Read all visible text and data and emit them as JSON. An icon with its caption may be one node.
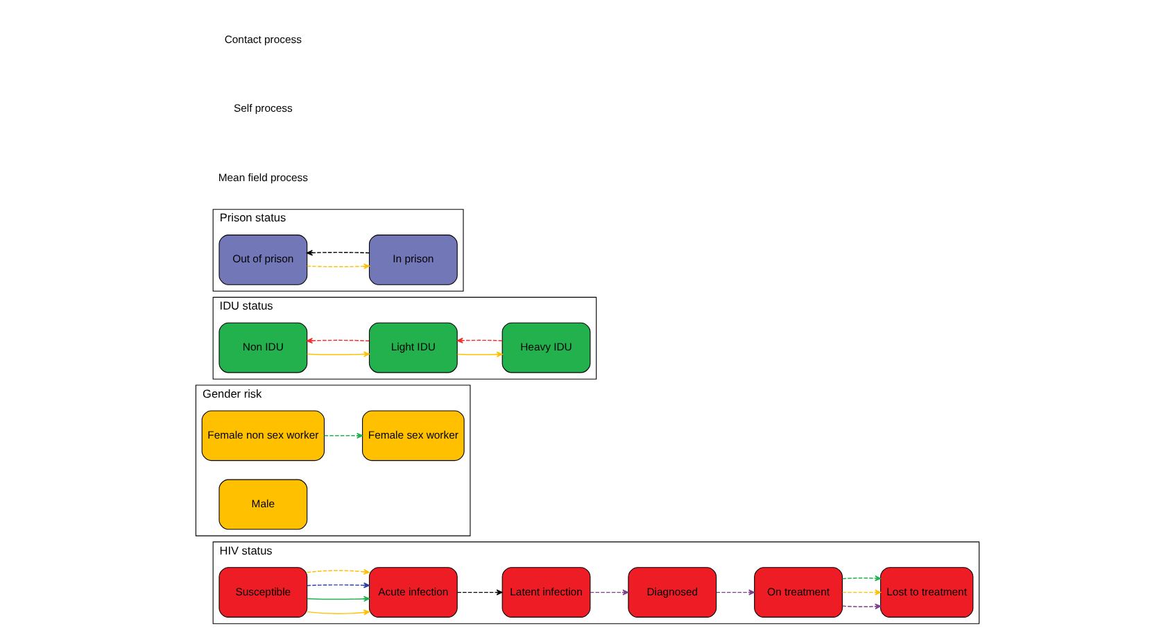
{
  "diagram": {
    "nodes": [
      {
        "text": [
          "Prison status"
        ]
      },
      {
        "text": [
          "Out of prison"
        ],
        "in": 0
      },
      {
        "text": [
          "In prison"
        ],
        "in": 0
      },
      {
        "text": [
          "IDU status"
        ]
      },
      {
        "text": [
          "Non IDU"
        ],
        "in": 3
      },
      {
        "text": [
          "Light IDU"
        ],
        "in": 3
      },
      {
        "text": [
          "Heavy IDU"
        ],
        "in": 3
      },
      {
        "text": [
          "Gender risk"
        ]
      },
      {
        "text": [
          "Female non sex worker"
        ],
        "in": 7
      },
      {
        "text": [
          "Female sex worker"
        ],
        "in": 7
      },
      {
        "text": [
          "Male"
        ],
        "in": 7
      },
      {
        "text": [
          "HIV status"
        ]
      },
      {
        "text": [
          "Susceptible"
        ],
        "in": 11
      },
      {
        "text": [
          "Acute infection"
        ],
        "in": 11
      },
      {
        "text": [
          "Latent infection"
        ],
        "in": 11
      },
      {
        "text": [
          "Diagnosed"
        ],
        "in": 11
      },
      {
        "text": [
          "On treatment"
        ],
        "in": 11
      },
      {
        "text": [
          "Lost to treatment"
        ],
        "in": 11
      }
    ],
    "edges": [
      {
        "from": 1,
        "to": 2,
        "arrow": "to",
        "style": "dashed",
        "color": "#ffc000"
      },
      {
        "from": 2,
        "to": 1,
        "arrow": "to",
        "style": "dashed",
        "color": "#000000"
      },
      {
        "from": 4,
        "to": 5,
        "arrow": "to",
        "color": "#ffc000"
      },
      {
        "from": 5,
        "to": 6,
        "arrow": "to",
        "color": "#ffc000"
      },
      {
        "from": 5,
        "to": 4,
        "arrow": "to",
        "style": "dashed",
        "color": "#ee2c2c"
      },
      {
        "from": 6,
        "to": 5,
        "arrow": "to",
        "style": "dashed",
        "color": "#ee2c2c"
      },
      {
        "from": 8,
        "to": 9,
        "arrow": "to",
        "style": "dashed",
        "color": "#22b14c"
      },
      {
        "from": 12,
        "to": 13,
        "arrow": "to",
        "color": "#ffc000"
      },
      {
        "from": 12,
        "to": 13,
        "arrow": "to",
        "color": "#22b14c"
      },
      {
        "from": 12,
        "to": 13,
        "arrow": "to",
        "style": "dashed",
        "color": "#2e3f9e"
      },
      {
        "from": 12,
        "to": 13,
        "arrow": "to",
        "style": "dashed",
        "color": "#ffc000"
      },
      {
        "from": 13,
        "to": 14,
        "arrow": "to",
        "style": "dashed",
        "color": "#000000"
      },
      {
        "from": 14,
        "to": 15,
        "arrow": "to",
        "style": "dashed",
        "color": "#7b3f8c"
      },
      {
        "from": 15,
        "to": 16,
        "arrow": "to",
        "style": "dashed",
        "color": "#7b3f8c"
      },
      {
        "from": 16,
        "to": 17,
        "arrow": "to",
        "style": "dashed",
        "color": "#7b3f8c"
      },
      {
        "from": 16,
        "to": 17,
        "arrow": "to",
        "style": "dashed",
        "color": "#ffc000"
      },
      {
        "from": 16,
        "to": 17,
        "arrow": "to",
        "style": "dashed",
        "color": "#22b14c"
      }
    ],
    "legend": [
      {
        "text": "Contact process"
      },
      {
        "text": "Self process"
      },
      {
        "text": "Mean field process"
      }
    ]
  }
}
